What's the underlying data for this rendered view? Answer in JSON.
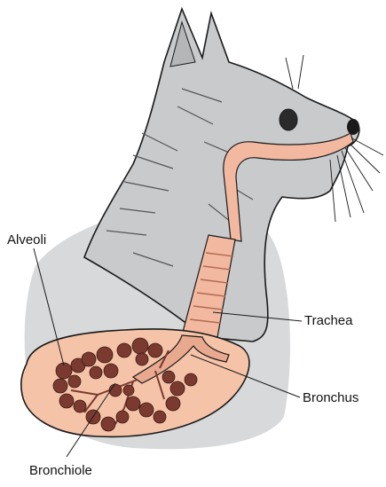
{
  "labels": {
    "alveoli": "Alveoli",
    "trachea": "Trachea",
    "bronchus": "Bronchus",
    "bronchiole": "Bronchiole"
  },
  "colors": {
    "fur": "#c4c6c8",
    "fur_shadow": "#8e9092",
    "body_shadow": "#d6d7d8",
    "airway": "#f2b9a0",
    "airway_dark": "#d88f72",
    "lung": "#f5c3a8",
    "alveoli": "#7a3a30",
    "outline": "#1a1a1a"
  }
}
